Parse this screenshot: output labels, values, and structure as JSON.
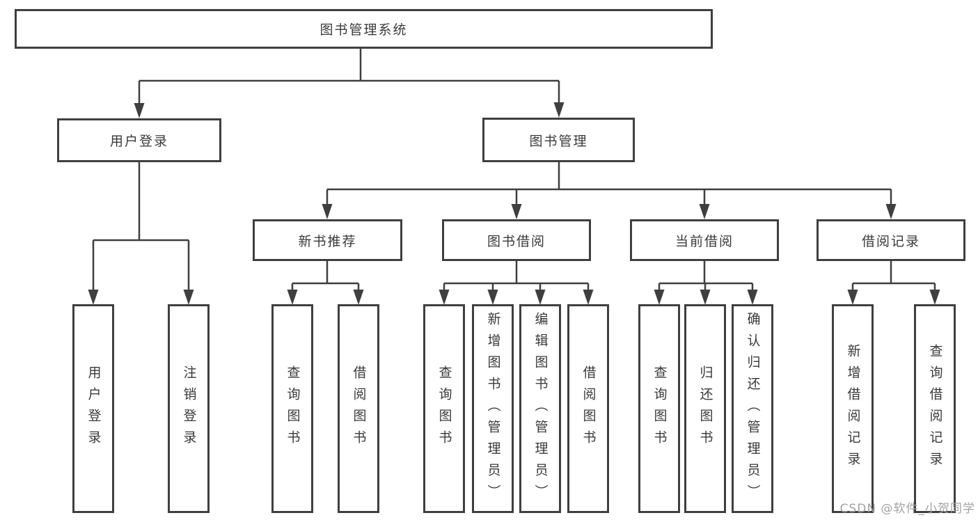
{
  "tree": {
    "label": "图书管理系统",
    "children": [
      {
        "label": "用户登录",
        "children": [
          {
            "label": "用户登录"
          },
          {
            "label": "注销登录"
          }
        ]
      },
      {
        "label": "图书管理",
        "children": [
          {
            "label": "新书推荐",
            "children": [
              {
                "label": "查询图书"
              },
              {
                "label": "借阅图书"
              }
            ]
          },
          {
            "label": "图书借阅",
            "children": [
              {
                "label": "查询图书"
              },
              {
                "label": "新增图书（管理员）"
              },
              {
                "label": "编辑图书（管理员）"
              },
              {
                "label": "借阅图书"
              }
            ]
          },
          {
            "label": "当前借阅",
            "children": [
              {
                "label": "查询图书"
              },
              {
                "label": "归还图书"
              },
              {
                "label": "确认归还（管理员）"
              }
            ]
          },
          {
            "label": "借阅记录",
            "children": [
              {
                "label": "新增借阅记录"
              },
              {
                "label": "查询借阅记录"
              }
            ]
          }
        ]
      }
    ]
  },
  "watermark": "CSDN @软件_小贺同学",
  "colors": {
    "line": "#3f3f3f",
    "box_border": "#3f3f3f",
    "box_fill": "#ffffff",
    "text": "#3a3a3a",
    "watermark": "#a3a3a3",
    "background": "#ffffff"
  }
}
